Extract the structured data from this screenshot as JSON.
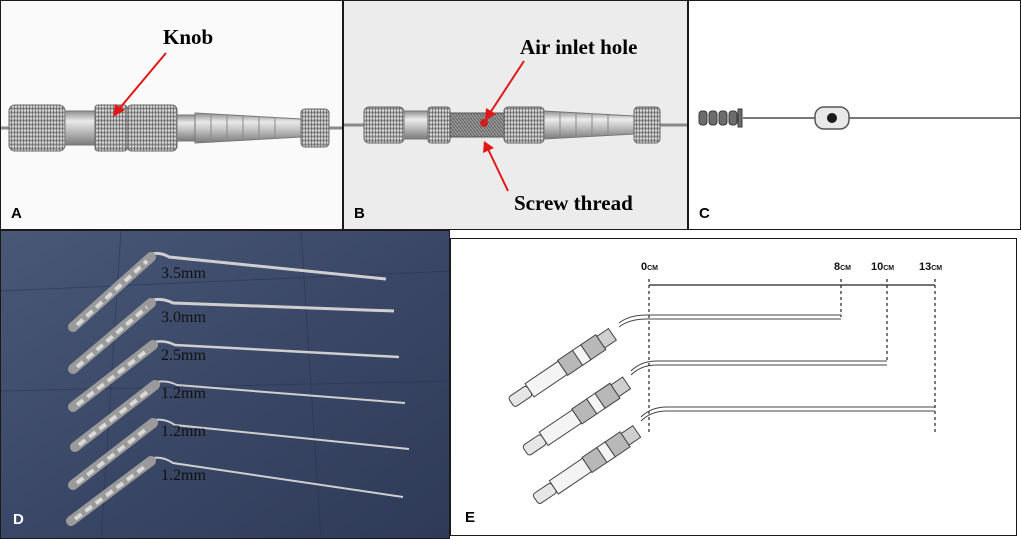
{
  "panels": {
    "a": {
      "letter": "A",
      "callout": "Knob"
    },
    "b": {
      "letter": "B",
      "callout_top": "Air inlet hole",
      "callout_bottom": "Screw thread"
    },
    "c": {
      "letter": "C"
    },
    "d": {
      "letter": "D",
      "sizes": [
        "3.5mm",
        "3.0mm",
        "2.5mm",
        "1.2mm",
        "1.2mm",
        "1.2mm"
      ]
    },
    "e": {
      "letter": "E",
      "marks": [
        {
          "value": "0",
          "unit": "CM"
        },
        {
          "value": "8",
          "unit": "CM"
        },
        {
          "value": "10",
          "unit": "CM"
        },
        {
          "value": "13",
          "unit": "CM"
        }
      ]
    }
  },
  "colors": {
    "arrow": "#e01818",
    "drape": "#3d4a6b",
    "metal": "#b9b9b9",
    "panel_b_bg": "#ececec"
  }
}
